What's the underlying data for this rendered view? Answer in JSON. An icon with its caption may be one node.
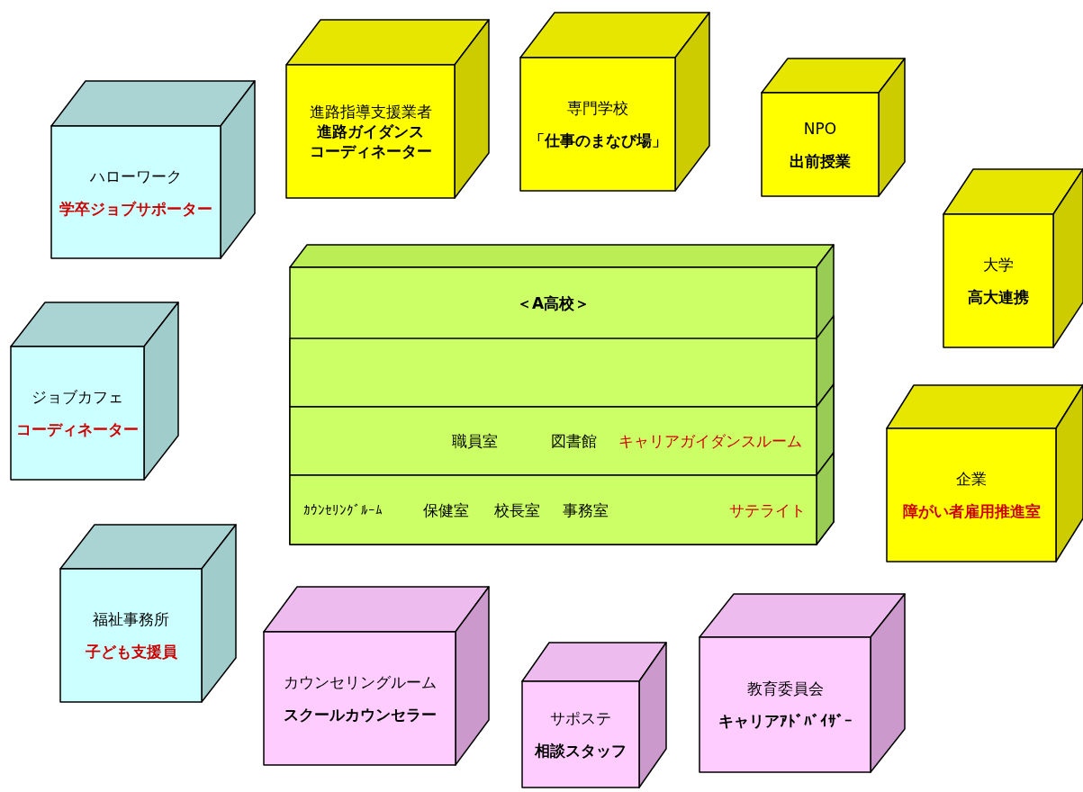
{
  "diagram": {
    "nodes": [
      {
        "text": [
          "進路指導支援業者",
          "進路ガイダンス",
          "コーディネーター"
        ]
      },
      {
        "text": [
          "専門学校",
          "「仕事のまなび場」"
        ]
      },
      {
        "text": [
          "NPO",
          "出前授業"
        ]
      },
      {
        "text": [
          "ハローワーク",
          "学卒ジョブサポーター"
        ]
      },
      {
        "text": [
          "大学",
          "高大連携"
        ]
      },
      {
        "text": [
          "＜A高校＞"
        ]
      },
      {
        "text": [],
        "shape": "box",
        "in": 5
      },
      {
        "text": [
          "職員室",
          "図書館",
          "キャリアガイダンスルーム"
        ],
        "in": 5
      },
      {
        "text": [
          "ｶｳﾝｾﾘﾝｸﾞﾙｰﾑ",
          "保健室",
          "校長室",
          "事務室",
          "サテライト"
        ],
        "in": 5
      },
      {
        "text": [
          "ジョブカフェ",
          "コーディネーター"
        ]
      },
      {
        "text": [
          "企業",
          "障がい者雇用推進室"
        ]
      },
      {
        "text": [
          "福祉事務所",
          "子ども支援員"
        ]
      },
      {
        "text": [
          "カウンセリングルーム",
          "スクールカウンセラー"
        ]
      },
      {
        "text": [
          "教育委員会",
          "キャリアｱﾄﾞﾊﾞｲｻﾞｰ"
        ]
      },
      {
        "text": [
          "サポステ",
          "相談スタッフ"
        ]
      }
    ],
    "edges": []
  }
}
